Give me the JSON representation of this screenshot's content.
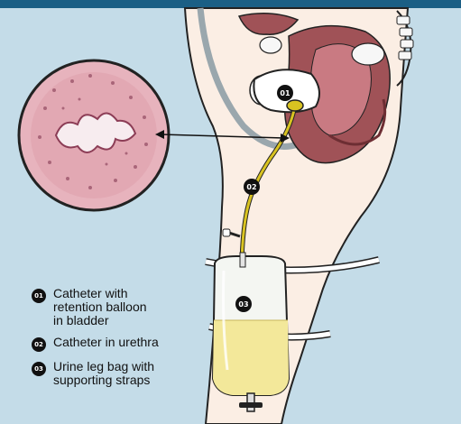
{
  "diagram": {
    "markers": [
      {
        "id": "01"
      },
      {
        "id": "02"
      },
      {
        "id": "03"
      }
    ],
    "legend": [
      {
        "badge": "01",
        "text": "Catheter with\nretention balloon\nin bladder"
      },
      {
        "badge": "02",
        "text": "Catheter in urethra"
      },
      {
        "badge": "03",
        "text": "Urine leg bag with\nsupporting straps"
      }
    ],
    "colors": {
      "background": "#c4dce8",
      "top_bar": "#1b5f85",
      "skin": "#fbeee4",
      "uterus": "#a05257",
      "bone": "#f7f7f7",
      "catheter": "#d9c321",
      "urine": "#f3e89a",
      "micrograph": "#e7b3bd"
    }
  }
}
